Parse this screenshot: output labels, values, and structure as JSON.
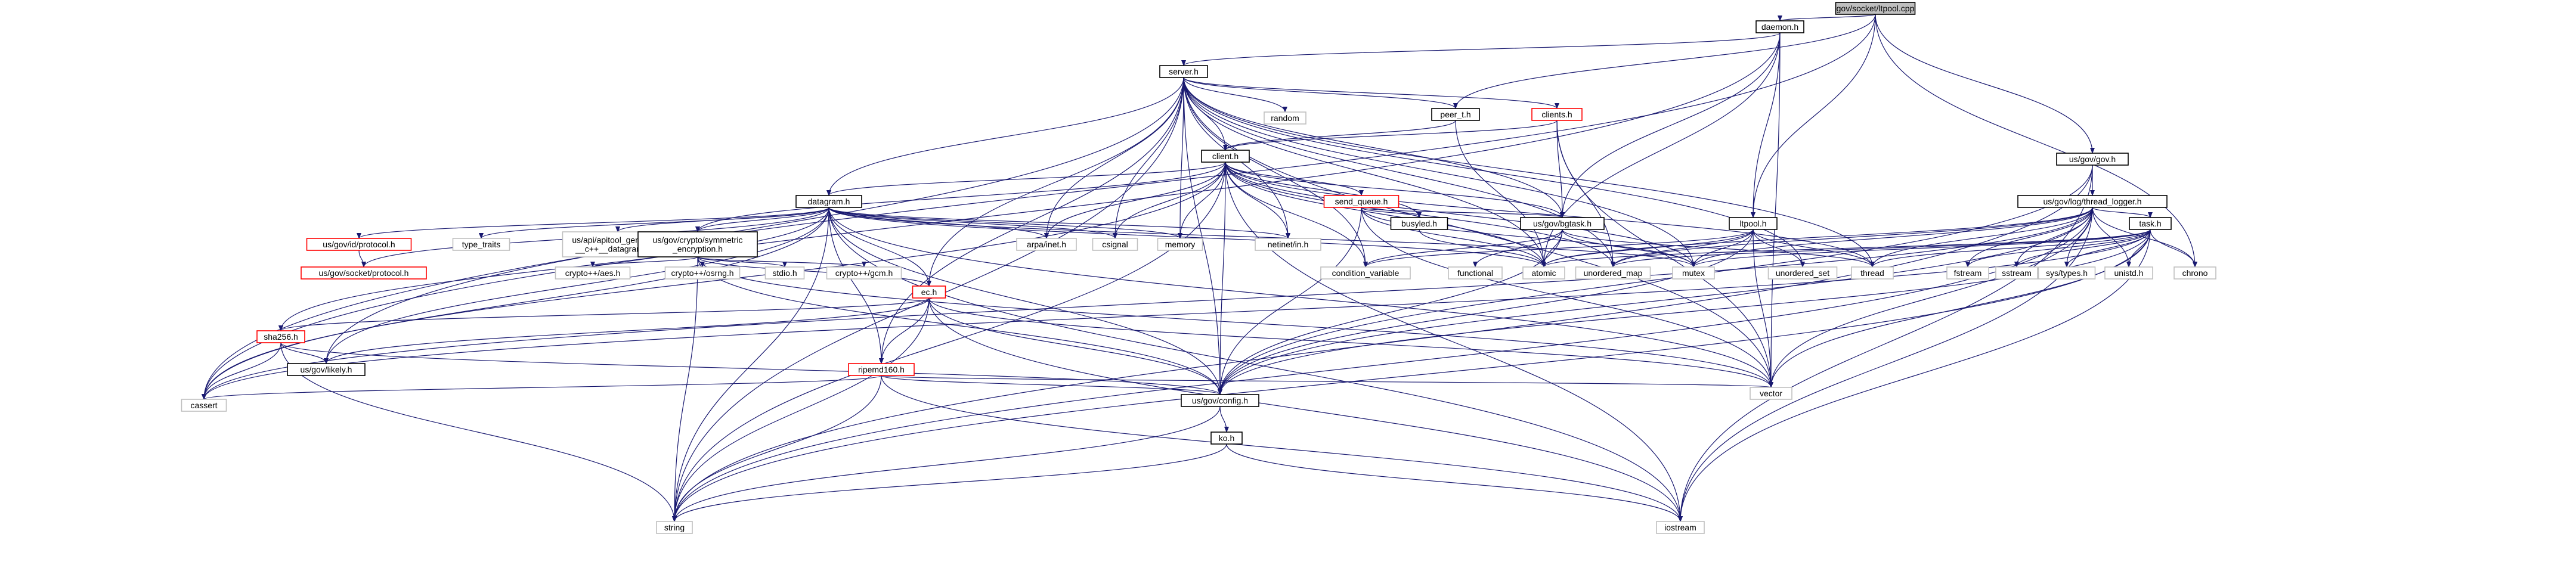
{
  "diagram": {
    "colors": {
      "edge": "#191970",
      "node_border_default": "#000000",
      "node_border_clickable": "#000000",
      "node_border_missing": "#bfbfbf",
      "node_border_truncated": "#ff0000",
      "root_fill": "#bfbfbf",
      "text": "#000000"
    },
    "nodes": [
      {
        "id": "root",
        "label": "gov/socket/ltpool.cpp",
        "kind": "root"
      },
      {
        "id": "daemon",
        "label": "daemon.h",
        "kind": "normal"
      },
      {
        "id": "server",
        "label": "server.h",
        "kind": "normal"
      },
      {
        "id": "peer_t",
        "label": "peer_t.h",
        "kind": "normal"
      },
      {
        "id": "clients",
        "label": "clients.h",
        "kind": "truncated"
      },
      {
        "id": "client",
        "label": "client.h",
        "kind": "normal"
      },
      {
        "id": "usgovgov",
        "label": "us/gov/gov.h",
        "kind": "normal"
      },
      {
        "id": "thread_logger",
        "label": "us/gov/log/thread_logger.h",
        "kind": "normal"
      },
      {
        "id": "send_queue",
        "label": "send_queue.h",
        "kind": "truncated"
      },
      {
        "id": "datagram",
        "label": "datagram.h",
        "kind": "normal"
      },
      {
        "id": "fqtask",
        "label": "us/gov/bgtask.h",
        "kind": "normal"
      },
      {
        "id": "busyled",
        "label": "busyled.h",
        "kind": "normal"
      },
      {
        "id": "ltpool",
        "label": "ltpool.h",
        "kind": "normal"
      },
      {
        "id": "task",
        "label": "task.h",
        "kind": "normal"
      },
      {
        "id": "idprotocol",
        "label": "us/gov/id/protocol.h",
        "kind": "truncated"
      },
      {
        "id": "sockprotocol",
        "label": "us/gov/socket/protocol.h",
        "kind": "truncated"
      },
      {
        "id": "type_traits",
        "label": "type_traits",
        "kind": "missing"
      },
      {
        "id": "apitool",
        "label": "us/api/apitool_generated\n__c++__datagram_hdr",
        "kind": "missing"
      },
      {
        "id": "symenc",
        "label": "us/gov/crypto/symmetric\n_encryption.h",
        "kind": "normal"
      },
      {
        "id": "arpa",
        "label": "arpa/inet.h",
        "kind": "missing"
      },
      {
        "id": "csignal",
        "label": "csignal",
        "kind": "missing"
      },
      {
        "id": "memory",
        "label": "memory",
        "kind": "missing"
      },
      {
        "id": "netinet",
        "label": "netinet/in.h",
        "kind": "missing"
      },
      {
        "id": "random",
        "label": "random",
        "kind": "missing"
      },
      {
        "id": "ec",
        "label": "ec.h",
        "kind": "truncated"
      },
      {
        "id": "sha256",
        "label": "sha256.h",
        "kind": "truncated"
      },
      {
        "id": "likely",
        "label": "us/gov/likely.h",
        "kind": "normal"
      },
      {
        "id": "ripemd",
        "label": "ripemd160.h",
        "kind": "truncated"
      },
      {
        "id": "config",
        "label": "us/gov/config.h",
        "kind": "normal"
      },
      {
        "id": "ko",
        "label": "ko.h",
        "kind": "normal"
      },
      {
        "id": "cryptoaes",
        "label": "crypto++/aes.h",
        "kind": "missing"
      },
      {
        "id": "cryptoosrng",
        "label": "crypto++/osrng.h",
        "kind": "missing"
      },
      {
        "id": "stdio",
        "label": "stdio.h",
        "kind": "missing"
      },
      {
        "id": "cryptogcm",
        "label": "crypto++/gcm.h",
        "kind": "missing"
      },
      {
        "id": "condvar",
        "label": "condition_variable",
        "kind": "missing"
      },
      {
        "id": "functional",
        "label": "functional",
        "kind": "missing"
      },
      {
        "id": "atomic",
        "label": "atomic",
        "kind": "missing"
      },
      {
        "id": "unordered_map",
        "label": "unordered_map",
        "kind": "missing"
      },
      {
        "id": "mutex",
        "label": "mutex",
        "kind": "missing"
      },
      {
        "id": "unordered_set",
        "label": "unordered_set",
        "kind": "missing"
      },
      {
        "id": "thread",
        "label": "thread",
        "kind": "missing"
      },
      {
        "id": "fstream",
        "label": "fstream",
        "kind": "missing"
      },
      {
        "id": "sstream",
        "label": "sstream",
        "kind": "missing"
      },
      {
        "id": "systypes",
        "label": "sys/types.h",
        "kind": "missing"
      },
      {
        "id": "unistd",
        "label": "unistd.h",
        "kind": "missing"
      },
      {
        "id": "chrono",
        "label": "chrono",
        "kind": "missing"
      },
      {
        "id": "cassert",
        "label": "cassert",
        "kind": "missing"
      },
      {
        "id": "vector",
        "label": "vector",
        "kind": "missing"
      },
      {
        "id": "string",
        "label": "string",
        "kind": "missing"
      },
      {
        "id": "iostream",
        "label": "iostream",
        "kind": "missing"
      }
    ],
    "edges": [
      [
        "root",
        "daemon"
      ],
      [
        "root",
        "peer_t"
      ],
      [
        "root",
        "ltpool"
      ],
      [
        "root",
        "usgovgov"
      ],
      [
        "root",
        "chrono"
      ],
      [
        "root",
        "likely"
      ],
      [
        "daemon",
        "server"
      ],
      [
        "daemon",
        "fqtask"
      ],
      [
        "daemon",
        "ltpool"
      ],
      [
        "daemon",
        "atomic"
      ],
      [
        "daemon",
        "vector"
      ],
      [
        "daemon",
        "cassert"
      ],
      [
        "server",
        "client"
      ],
      [
        "server",
        "peer_t"
      ],
      [
        "server",
        "clients"
      ],
      [
        "server",
        "datagram"
      ],
      [
        "server",
        "ec"
      ],
      [
        "server",
        "random"
      ],
      [
        "server",
        "netinet"
      ],
      [
        "server",
        "arpa"
      ],
      [
        "server",
        "csignal"
      ],
      [
        "server",
        "memory"
      ],
      [
        "server",
        "condvar"
      ],
      [
        "server",
        "atomic"
      ],
      [
        "server",
        "mutex"
      ],
      [
        "server",
        "thread"
      ],
      [
        "server",
        "unordered_set"
      ],
      [
        "server",
        "vector"
      ],
      [
        "server",
        "string"
      ],
      [
        "server",
        "cassert"
      ],
      [
        "server",
        "fqtask"
      ],
      [
        "server",
        "ripemd"
      ],
      [
        "server",
        "config"
      ],
      [
        "server",
        "unordered_map"
      ],
      [
        "peer_t",
        "client"
      ],
      [
        "peer_t",
        "atomic"
      ],
      [
        "clients",
        "client"
      ],
      [
        "clients",
        "fqtask"
      ],
      [
        "clients",
        "unordered_map"
      ],
      [
        "clients",
        "vector"
      ],
      [
        "client",
        "datagram"
      ],
      [
        "client",
        "send_queue"
      ],
      [
        "client",
        "busyled"
      ],
      [
        "client",
        "fqtask"
      ],
      [
        "client",
        "symenc"
      ],
      [
        "client",
        "arpa"
      ],
      [
        "client",
        "csignal"
      ],
      [
        "client",
        "memory"
      ],
      [
        "client",
        "netinet"
      ],
      [
        "client",
        "condvar"
      ],
      [
        "client",
        "atomic"
      ],
      [
        "client",
        "mutex"
      ],
      [
        "client",
        "thread"
      ],
      [
        "client",
        "config"
      ],
      [
        "client",
        "string"
      ],
      [
        "client",
        "cassert"
      ],
      [
        "client",
        "iostream"
      ],
      [
        "client",
        "unordered_map"
      ],
      [
        "usgovgov",
        "thread_logger"
      ],
      [
        "usgovgov",
        "config"
      ],
      [
        "usgovgov",
        "iostream"
      ],
      [
        "usgovgov",
        "string"
      ],
      [
        "thread_logger",
        "task"
      ],
      [
        "thread_logger",
        "thread"
      ],
      [
        "thread_logger",
        "mutex"
      ],
      [
        "thread_logger",
        "unordered_map"
      ],
      [
        "thread_logger",
        "fstream"
      ],
      [
        "thread_logger",
        "sstream"
      ],
      [
        "thread_logger",
        "systypes"
      ],
      [
        "thread_logger",
        "unistd"
      ],
      [
        "thread_logger",
        "chrono"
      ],
      [
        "thread_logger",
        "string"
      ],
      [
        "thread_logger",
        "config"
      ],
      [
        "thread_logger",
        "vector"
      ],
      [
        "thread_logger",
        "atomic"
      ],
      [
        "thread_logger",
        "cassert"
      ],
      [
        "thread_logger",
        "iostream"
      ],
      [
        "send_queue",
        "busyled"
      ],
      [
        "send_queue",
        "fqtask"
      ],
      [
        "send_queue",
        "atomic"
      ],
      [
        "send_queue",
        "vector"
      ],
      [
        "send_queue",
        "config"
      ],
      [
        "send_queue",
        "mutex"
      ],
      [
        "datagram",
        "idprotocol"
      ],
      [
        "datagram",
        "sockprotocol"
      ],
      [
        "datagram",
        "type_traits"
      ],
      [
        "datagram",
        "apitool"
      ],
      [
        "datagram",
        "symenc"
      ],
      [
        "datagram",
        "arpa"
      ],
      [
        "datagram",
        "csignal"
      ],
      [
        "datagram",
        "memory"
      ],
      [
        "datagram",
        "netinet"
      ],
      [
        "datagram",
        "ec"
      ],
      [
        "datagram",
        "sha256"
      ],
      [
        "datagram",
        "likely"
      ],
      [
        "datagram",
        "ripemd"
      ],
      [
        "datagram",
        "config"
      ],
      [
        "datagram",
        "vector"
      ],
      [
        "datagram",
        "string"
      ],
      [
        "datagram",
        "cassert"
      ],
      [
        "datagram",
        "atomic"
      ],
      [
        "datagram",
        "mutex"
      ],
      [
        "datagram",
        "iostream"
      ],
      [
        "idprotocol",
        "sockprotocol"
      ],
      [
        "symenc",
        "cryptoaes"
      ],
      [
        "symenc",
        "cryptoosrng"
      ],
      [
        "symenc",
        "stdio"
      ],
      [
        "symenc",
        "cryptogcm"
      ],
      [
        "symenc",
        "ec"
      ],
      [
        "symenc",
        "config"
      ],
      [
        "symenc",
        "vector"
      ],
      [
        "symenc",
        "string"
      ],
      [
        "fqtask",
        "condvar"
      ],
      [
        "fqtask",
        "functional"
      ],
      [
        "fqtask",
        "atomic"
      ],
      [
        "fqtask",
        "thread"
      ],
      [
        "fqtask",
        "mutex"
      ],
      [
        "fqtask",
        "config"
      ],
      [
        "busyled",
        "atomic"
      ],
      [
        "ltpool",
        "condvar"
      ],
      [
        "ltpool",
        "atomic"
      ],
      [
        "ltpool",
        "unordered_map"
      ],
      [
        "ltpool",
        "unordered_set"
      ],
      [
        "ltpool",
        "thread"
      ],
      [
        "ltpool",
        "mutex"
      ],
      [
        "ltpool",
        "vector"
      ],
      [
        "ltpool",
        "config"
      ],
      [
        "task",
        "atomic"
      ],
      [
        "task",
        "mutex"
      ],
      [
        "task",
        "thread"
      ],
      [
        "task",
        "fstream"
      ],
      [
        "task",
        "sstream"
      ],
      [
        "task",
        "systypes"
      ],
      [
        "task",
        "unistd"
      ],
      [
        "task",
        "chrono"
      ],
      [
        "task",
        "vector"
      ],
      [
        "task",
        "string"
      ],
      [
        "task",
        "cassert"
      ],
      [
        "task",
        "iostream"
      ],
      [
        "task",
        "config"
      ],
      [
        "task",
        "unordered_map"
      ],
      [
        "ec",
        "sha256"
      ],
      [
        "ec",
        "ripemd"
      ],
      [
        "ec",
        "likely"
      ],
      [
        "ec",
        "config"
      ],
      [
        "ec",
        "vector"
      ],
      [
        "ec",
        "string"
      ],
      [
        "ec",
        "iostream"
      ],
      [
        "sha256",
        "likely"
      ],
      [
        "sha256",
        "config"
      ],
      [
        "sha256",
        "string"
      ],
      [
        "sha256",
        "cassert"
      ],
      [
        "ripemd",
        "config"
      ],
      [
        "ripemd",
        "vector"
      ],
      [
        "ripemd",
        "string"
      ],
      [
        "ripemd",
        "cassert"
      ],
      [
        "ripemd",
        "iostream"
      ],
      [
        "config",
        "ko"
      ],
      [
        "config",
        "string"
      ],
      [
        "ko",
        "string"
      ],
      [
        "ko",
        "iostream"
      ]
    ]
  }
}
